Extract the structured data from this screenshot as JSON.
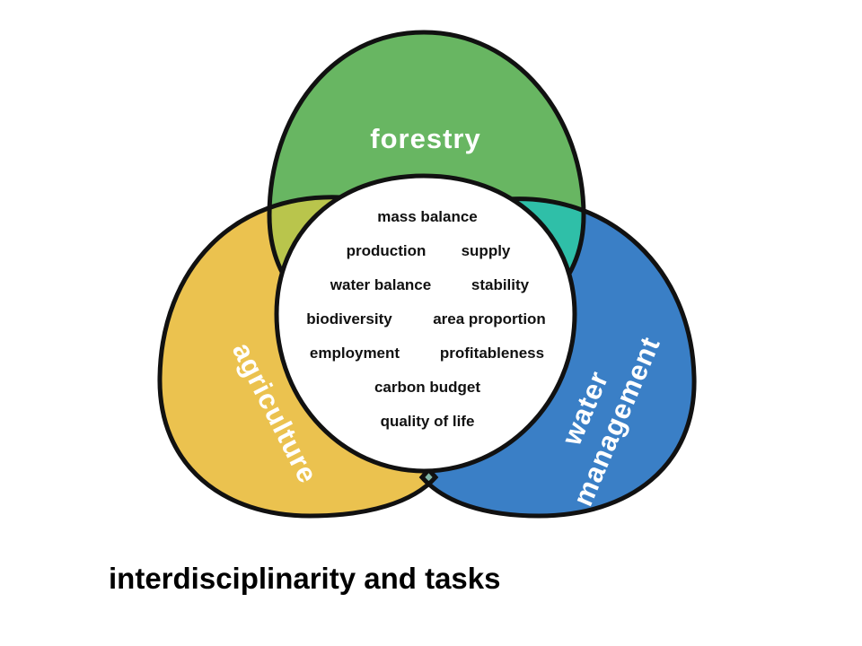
{
  "colors": {
    "forestry": "#68b662",
    "agriculture": "#ebc24f",
    "water": "#3a7fc6",
    "forestry_water_overlap": "#2fbfa8",
    "agriculture_forestry_overlap": "#b9c54c",
    "agriculture_water_overlap": "#7fb6a8",
    "center": "#ffffff",
    "outline": "#111111"
  },
  "labels": {
    "forestry": "forestry",
    "agriculture": "agriculture",
    "water_line1": "water",
    "water_line2": "management"
  },
  "tasks": {
    "mass_balance": "mass balance",
    "production": "production",
    "supply": "supply",
    "water_balance": "water balance",
    "stability": "stability",
    "biodiversity": "biodiversity",
    "area_proportion": "area proportion",
    "employment": "employment",
    "profitableness": "profitableness",
    "carbon_budget": "carbon budget",
    "quality_of_life": "quality of life"
  },
  "caption": "interdisciplinarity and tasks"
}
